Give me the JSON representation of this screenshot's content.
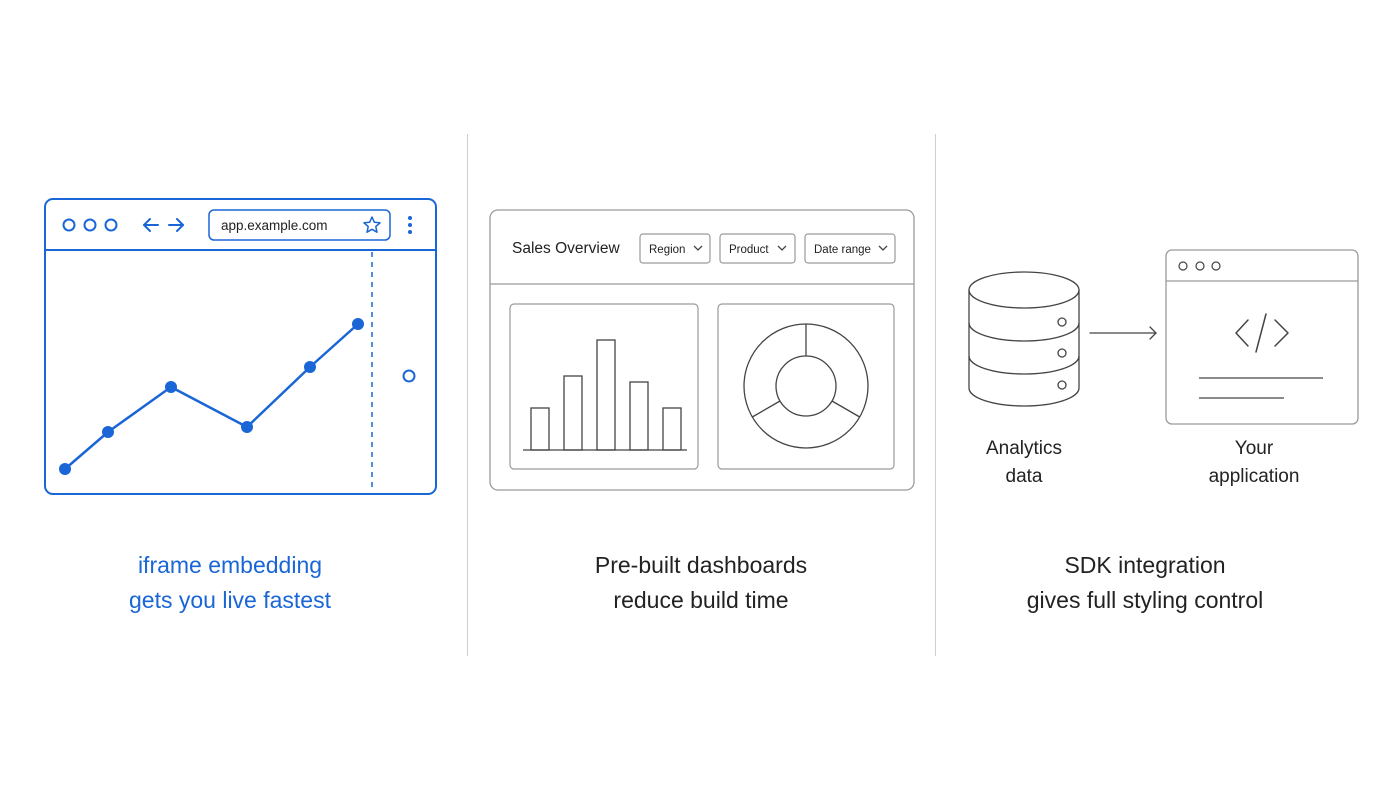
{
  "colors": {
    "accent": "#1a66d6",
    "line": "#444444",
    "divider": "#cfcfcf"
  },
  "panel_iframe": {
    "url": "app.example.com",
    "icons": [
      "window-dot-icon",
      "back-arrow-icon",
      "forward-arrow-icon",
      "star-icon",
      "kebab-menu-icon"
    ],
    "caption_lines": [
      "iframe embedding",
      "gets you live fastest"
    ]
  },
  "panel_dashboards": {
    "title": "Sales Overview",
    "filters": [
      "Region",
      "Product",
      "Date range"
    ],
    "caption_lines": [
      "Pre-built dashboards",
      "reduce build time"
    ]
  },
  "panel_sdk": {
    "source_label_lines": [
      "Analytics",
      "data"
    ],
    "target_label_lines": [
      "Your",
      "application"
    ],
    "icons": [
      "database-icon",
      "arrow-right-icon",
      "code-icon"
    ],
    "caption_lines": [
      "SDK integration",
      "gives full styling control"
    ]
  }
}
